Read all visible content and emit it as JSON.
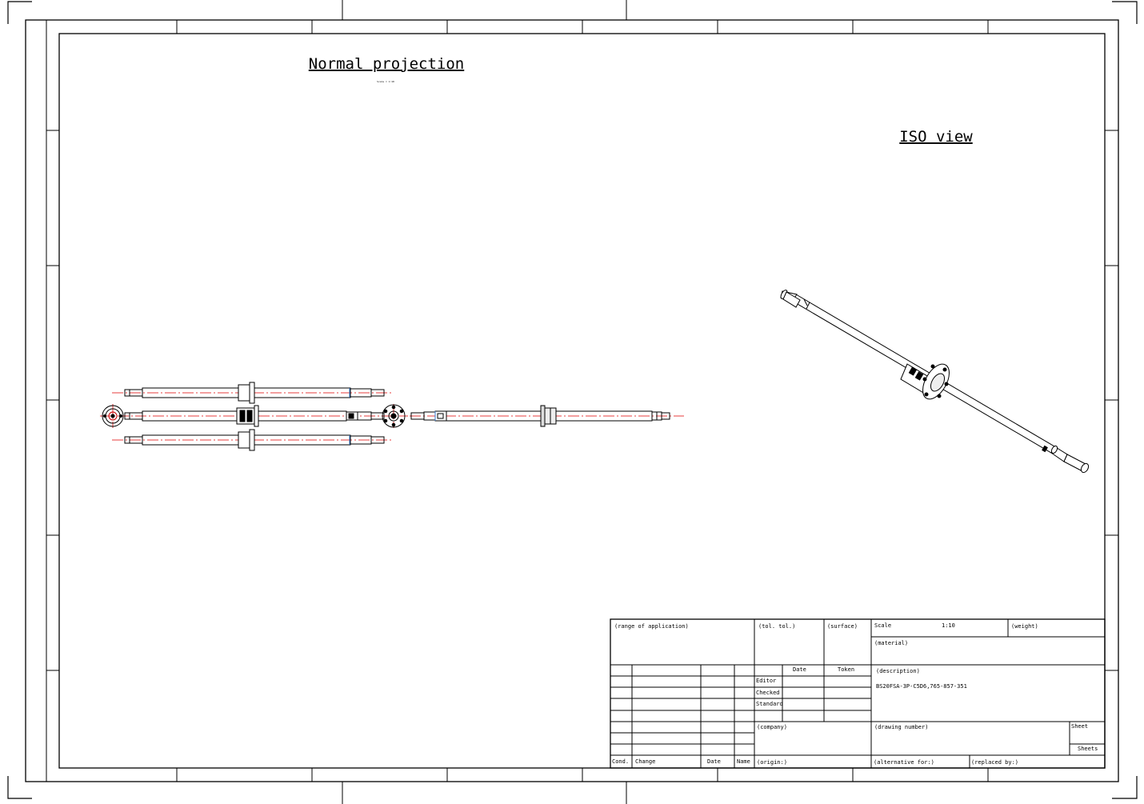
{
  "sheet": {
    "views": {
      "normal_title": "Normal projection",
      "normal_scale": "Scale = 1:10",
      "iso_title": "ISO view"
    },
    "title_block": {
      "range_of_application": "(range of application)",
      "tol": "(tol. tol.)",
      "surface": "(surface)",
      "scale_label": "Scale",
      "scale_value": "1:10",
      "weight": "(weight)",
      "material": "(material)",
      "date_col": "Date",
      "token_col": "Token",
      "editor": "Editor",
      "checked": "Checked",
      "standard": "Standard",
      "description_label": "(description)",
      "description_value": "BS20FSA-3P-C5D6,765-857-351",
      "company": "(company)",
      "drawing_number": "(drawing number)",
      "sheet": "Sheet",
      "sheets": "Sheets",
      "cond": "Cond.",
      "change": "Change",
      "rev_date": "Date",
      "name": "Name",
      "origin": "(origin:)",
      "alternative_for": "(alternative for:)",
      "replaced_by": "(replaced by:)"
    }
  }
}
